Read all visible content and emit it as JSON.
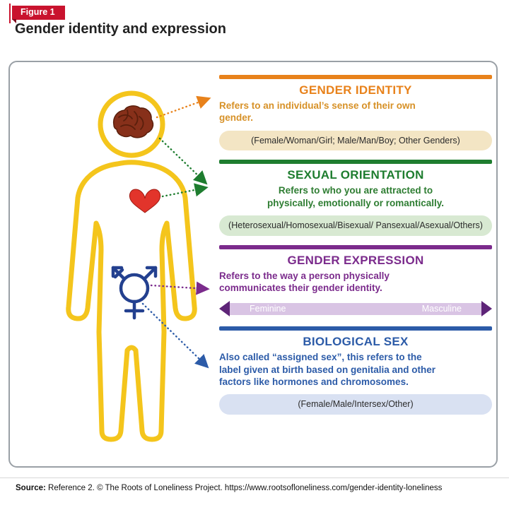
{
  "figure_label": "Figure 1",
  "title": "Gender identity and expression",
  "icons": {
    "brain": "brain-icon",
    "heart": "heart-icon",
    "transgender": "transgender-symbol-icon"
  },
  "colors": {
    "badge_red": "#c9132e",
    "figure_yellow": "#f4c51c",
    "heart_red": "#e2342b",
    "brain_brown": "#87301a",
    "symbol_navy": "#23408f",
    "orange": "#e8821b",
    "green": "#1e7d2f",
    "purple": "#7b2b8c",
    "blue": "#2c5ba8"
  },
  "sections": [
    {
      "id": "gender-identity",
      "title": "GENDER IDENTITY",
      "description": "Refers to an individual’s sense of their own gender.",
      "box": "(Female/Woman/Girl; Male/Man/Boy; Other Genders)",
      "color": "#e8821b",
      "box_bg": "#f3e5c4"
    },
    {
      "id": "sexual-orientation",
      "title": "SEXUAL ORIENTATION",
      "description": "Refers to who you are attracted to physically, emotionally or romantically.",
      "box": "(Heterosexual/Homosexual/Bisexual/ Pansexual/Asexual/Others)",
      "color": "#1e7d2f",
      "box_bg": "#d8e9d2"
    },
    {
      "id": "gender-expression",
      "title": "GENDER EXPRESSION",
      "description": "Refers to the way a person physically communicates their gender identity.",
      "scale": {
        "left": "Feminine",
        "right": "Masculine"
      },
      "color": "#7b2b8c",
      "scale_bg": "#d9c4e4"
    },
    {
      "id": "biological-sex",
      "title": "BIOLOGICAL SEX",
      "description": "Also called “assigned sex”, this refers to the label given at birth based on genitalia and other factors like hormones and chromosomes.",
      "box": "(Female/Male/Intersex/Other)",
      "color": "#2c5ba8",
      "box_bg": "#d9e1f2"
    }
  ],
  "source": {
    "label": "Source:",
    "text": " Reference 2. © The Roots of Loneliness Project. https://www.rootsofloneliness.com/gender-identity-loneliness"
  }
}
